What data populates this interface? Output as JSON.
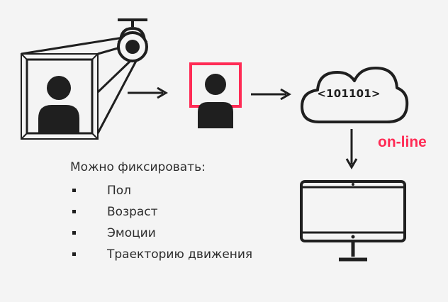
{
  "diagram": {
    "accent_color": "#ff2b55",
    "ink_color": "#1f1f1f",
    "background_color": "#f4f4f4",
    "cloud_label": "<101101>",
    "online_label": "on-line",
    "features_heading": "Можно фиксировать:",
    "features": [
      {
        "label": "Пол"
      },
      {
        "label": "Возраст"
      },
      {
        "label": "Эмоции"
      },
      {
        "label": "Траекторию движения"
      }
    ],
    "icons": {
      "camera": "security-camera-icon",
      "person": "person-icon",
      "face": "face-detection-icon",
      "cloud": "cloud-icon",
      "monitor": "monitor-icon",
      "arrow": "arrow-icon"
    }
  }
}
